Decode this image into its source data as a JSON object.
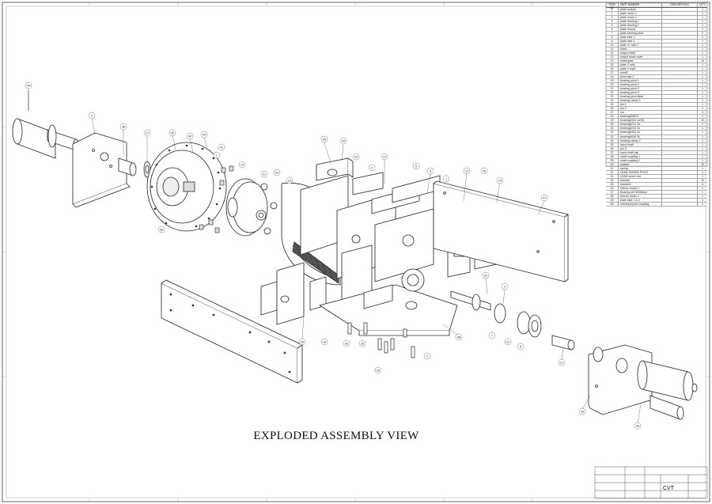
{
  "caption": "EXPLODED ASSEMBLY VIEW",
  "title_block": {
    "name": "CVT"
  },
  "bom": {
    "headers": [
      "ITEM NO.",
      "PART NUMBER",
      "DESCRIPTION",
      "QTY."
    ],
    "rows": [
      [
        "1",
        "plate bottom",
        "",
        "1"
      ],
      [
        "2",
        "plate motor 1",
        "",
        "1"
      ],
      [
        "3",
        "plate motor 2",
        "",
        "1"
      ],
      [
        "4",
        "plate bearing 1",
        "",
        "1"
      ],
      [
        "5",
        "plate bearing 2",
        "",
        "1"
      ],
      [
        "6",
        "plate mount",
        "",
        "1"
      ],
      [
        "7",
        "plate bearing pivot",
        "",
        "2"
      ],
      [
        "8",
        "plate side 1",
        "",
        "1"
      ],
      [
        "9",
        "plate side 2",
        "",
        "1"
      ],
      [
        "10",
        "plate m. side 2",
        "",
        "1"
      ],
      [
        "11",
        "shaft",
        "",
        "1"
      ],
      [
        "12",
        "output shaft",
        "",
        "1"
      ],
      [
        "13",
        "output shaft cover",
        "",
        "1"
      ],
      [
        "14",
        "small gear",
        "",
        "10"
      ],
      [
        "15",
        "plate 3 rolls",
        "",
        "1"
      ],
      [
        "16",
        "plate 4 cap1",
        "",
        "1"
      ],
      [
        "17",
        "shaft2",
        "",
        "1"
      ],
      [
        "18",
        "pivot cap 1",
        "",
        "1"
      ],
      [
        "19",
        "bearing pivot 1",
        "",
        "1"
      ],
      [
        "20",
        "bearing pivot 4",
        "",
        "1"
      ],
      [
        "21",
        "bearing pivot 2",
        "",
        "1"
      ],
      [
        "22",
        "bearing pivot 3",
        "",
        "1"
      ],
      [
        "23",
        "bearing pivot slide",
        "",
        "1"
      ],
      [
        "24",
        "bearing clamp 1",
        "",
        "1"
      ],
      [
        "25",
        "pin 1",
        "",
        "1"
      ],
      [
        "26",
        "pin 2",
        "",
        "1"
      ],
      [
        "27",
        "nut",
        "",
        "4"
      ],
      [
        "28",
        "bearing608RS",
        "",
        "2"
      ],
      [
        "29",
        "bearing6116 LUSS",
        "",
        "10"
      ],
      [
        "30",
        "bearing6210 Zs",
        "",
        "2"
      ],
      [
        "31",
        "bearing6210 Zs",
        "",
        "1"
      ],
      [
        "32",
        "bearing6306 Zs",
        "",
        "1"
      ],
      [
        "33",
        "bearing6006 Zs",
        "",
        "1"
      ],
      [
        "34",
        "bearing clamp 2",
        "",
        "1"
      ],
      [
        "35",
        "input shaft",
        "",
        "1"
      ],
      [
        "36",
        "pin 3",
        "",
        "1"
      ],
      [
        "37",
        "input shaft cap",
        "",
        "1"
      ],
      [
        "38",
        "shaft coupling 1",
        "",
        "1"
      ],
      [
        "39",
        "shaft coupling 2",
        "",
        "1"
      ],
      [
        "40",
        "washer",
        "",
        "10"
      ],
      [
        "41",
        "spring",
        "",
        "1"
      ],
      [
        "42",
        "LEAD SCREW PIVOT",
        "",
        "1"
      ],
      [
        "43",
        "LEAD screw nut",
        "",
        "1"
      ],
      [
        "44",
        "bracket",
        "",
        "12"
      ],
      [
        "45",
        "bracket2",
        "",
        "6"
      ],
      [
        "46",
        "Maxon motor 1",
        "",
        "1"
      ],
      [
        "47",
        "Bearing skf 30306Axl",
        "",
        "1"
      ],
      [
        "48",
        "Maxon motor 2",
        "",
        "1"
      ],
      [
        "49",
        "plate side 1 & 2",
        "",
        "1"
      ],
      [
        "50",
        "universal joint coupling",
        "",
        "1"
      ]
    ]
  },
  "balloons": [
    "44",
    "2",
    "38",
    "37",
    "50",
    "49",
    "40",
    "1",
    "41",
    "13",
    "31",
    "29",
    "33",
    "35",
    "43",
    "34",
    "2",
    "17",
    "5",
    "9",
    "1",
    "47",
    "12",
    "36",
    "32",
    "4",
    "14",
    "16",
    "28",
    "18",
    "30",
    "20",
    "26",
    "3",
    "48",
    "7",
    "22",
    "8",
    "21",
    "39",
    "46"
  ]
}
